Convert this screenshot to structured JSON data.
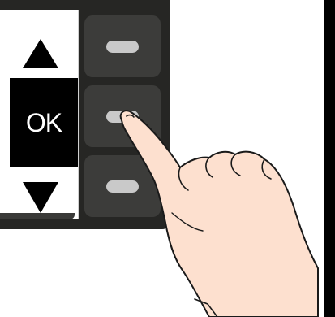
{
  "screen": {
    "ok_label": "OK",
    "up_icon": "triangle-up-icon",
    "down_icon": "triangle-down-icon"
  },
  "buttons": [
    {
      "name": "up",
      "icon": "pill-icon"
    },
    {
      "name": "ok",
      "icon": "pill-icon"
    },
    {
      "name": "down",
      "icon": "pill-icon"
    }
  ],
  "colors": {
    "panel": "#262624",
    "button": "#3c3c3a",
    "pill": "#c9c9c9",
    "screen_bg": "#ffffff",
    "ink": "#000000",
    "skin": "#fde0cf"
  }
}
